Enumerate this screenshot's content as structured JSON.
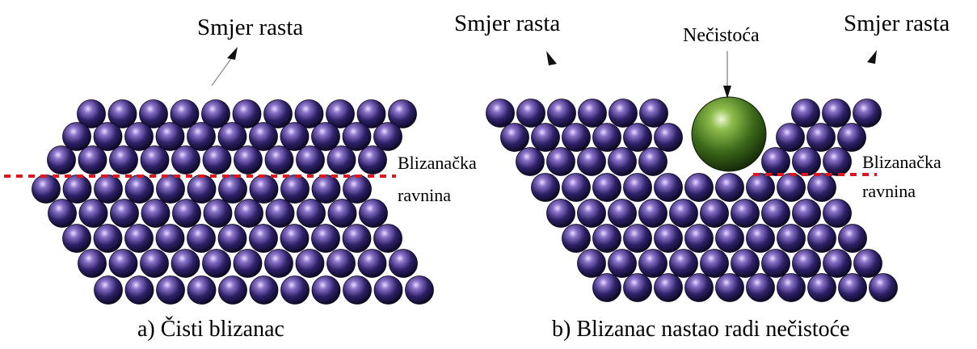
{
  "panel_a": {
    "growth_label": "Smjer rasta",
    "plane_label_line1": "Blizanačka",
    "plane_label_line2": "ravnina",
    "caption": "a) Čisti blizanac"
  },
  "panel_b": {
    "growth_label_left": "Smjer rasta",
    "impurity_label": "Nečistoća",
    "growth_label_right": "Smjer rasta",
    "plane_label_line1": "Blizanačka",
    "plane_label_line2": "ravnina",
    "caption": "b) Blizanac nastao radi nečistoće"
  },
  "colors": {
    "atom": "#241a52",
    "impurity": "#3f6b1e",
    "twin_plane": "#e0161e"
  }
}
